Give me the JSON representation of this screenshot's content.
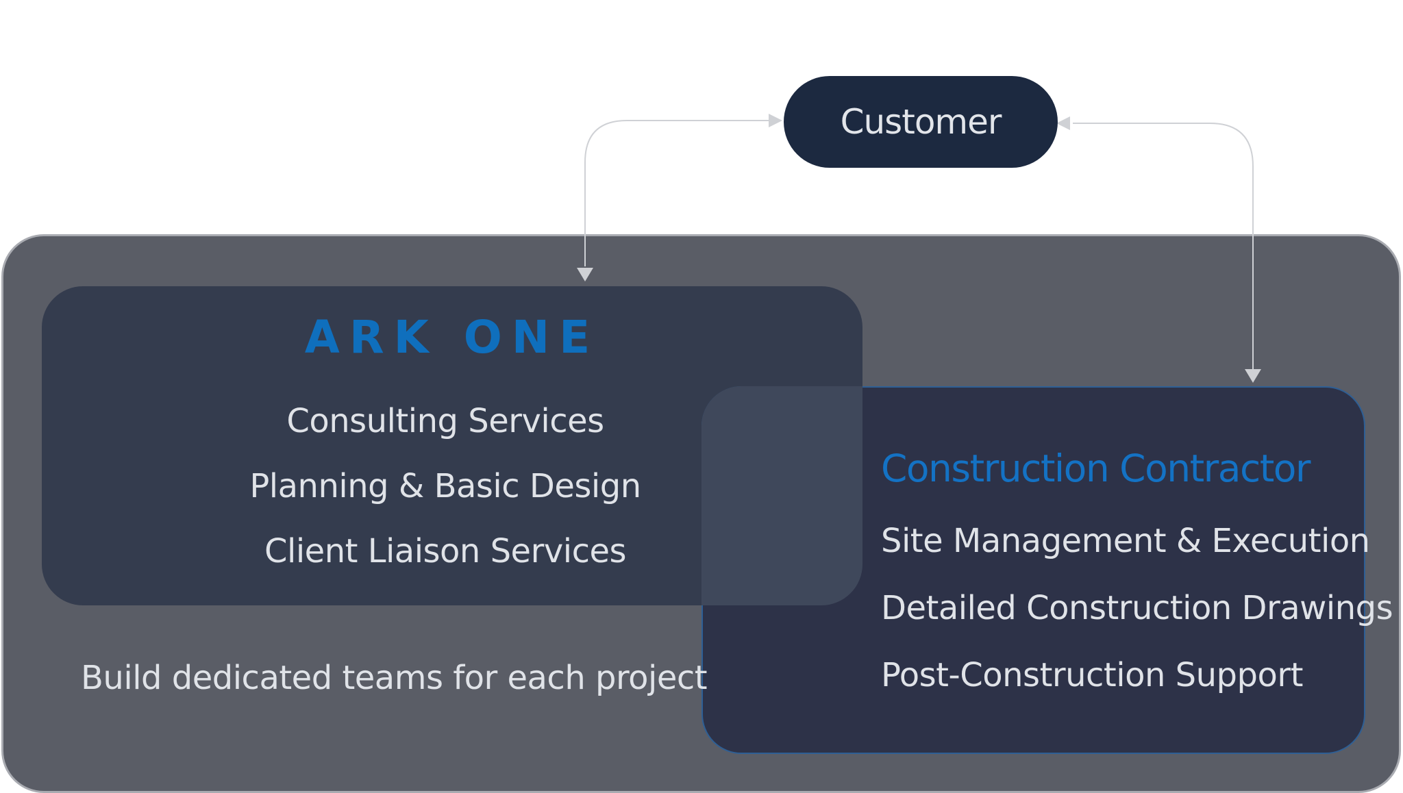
{
  "customer": {
    "label": "Customer"
  },
  "ark_one": {
    "title": "ARK ONE",
    "services": [
      "Consulting Services",
      "Planning & Basic Design",
      "Client Liaison Services"
    ]
  },
  "contractor": {
    "title": "Construction Contractor",
    "services": [
      "Site Management & Execution",
      "Detailed Construction Drawings",
      "Post-Construction Support"
    ]
  },
  "organization": {
    "note": "Build dedicated teams for each project"
  },
  "colors": {
    "outer_background": "#5a5d66",
    "ark_box": "#343c4e",
    "contractor_box": "#2d3248",
    "customer_pill": "#1c2940",
    "accent_blue": "#1472c4",
    "text_light": "#e0e3e8",
    "connector": "#cfd1d5"
  }
}
